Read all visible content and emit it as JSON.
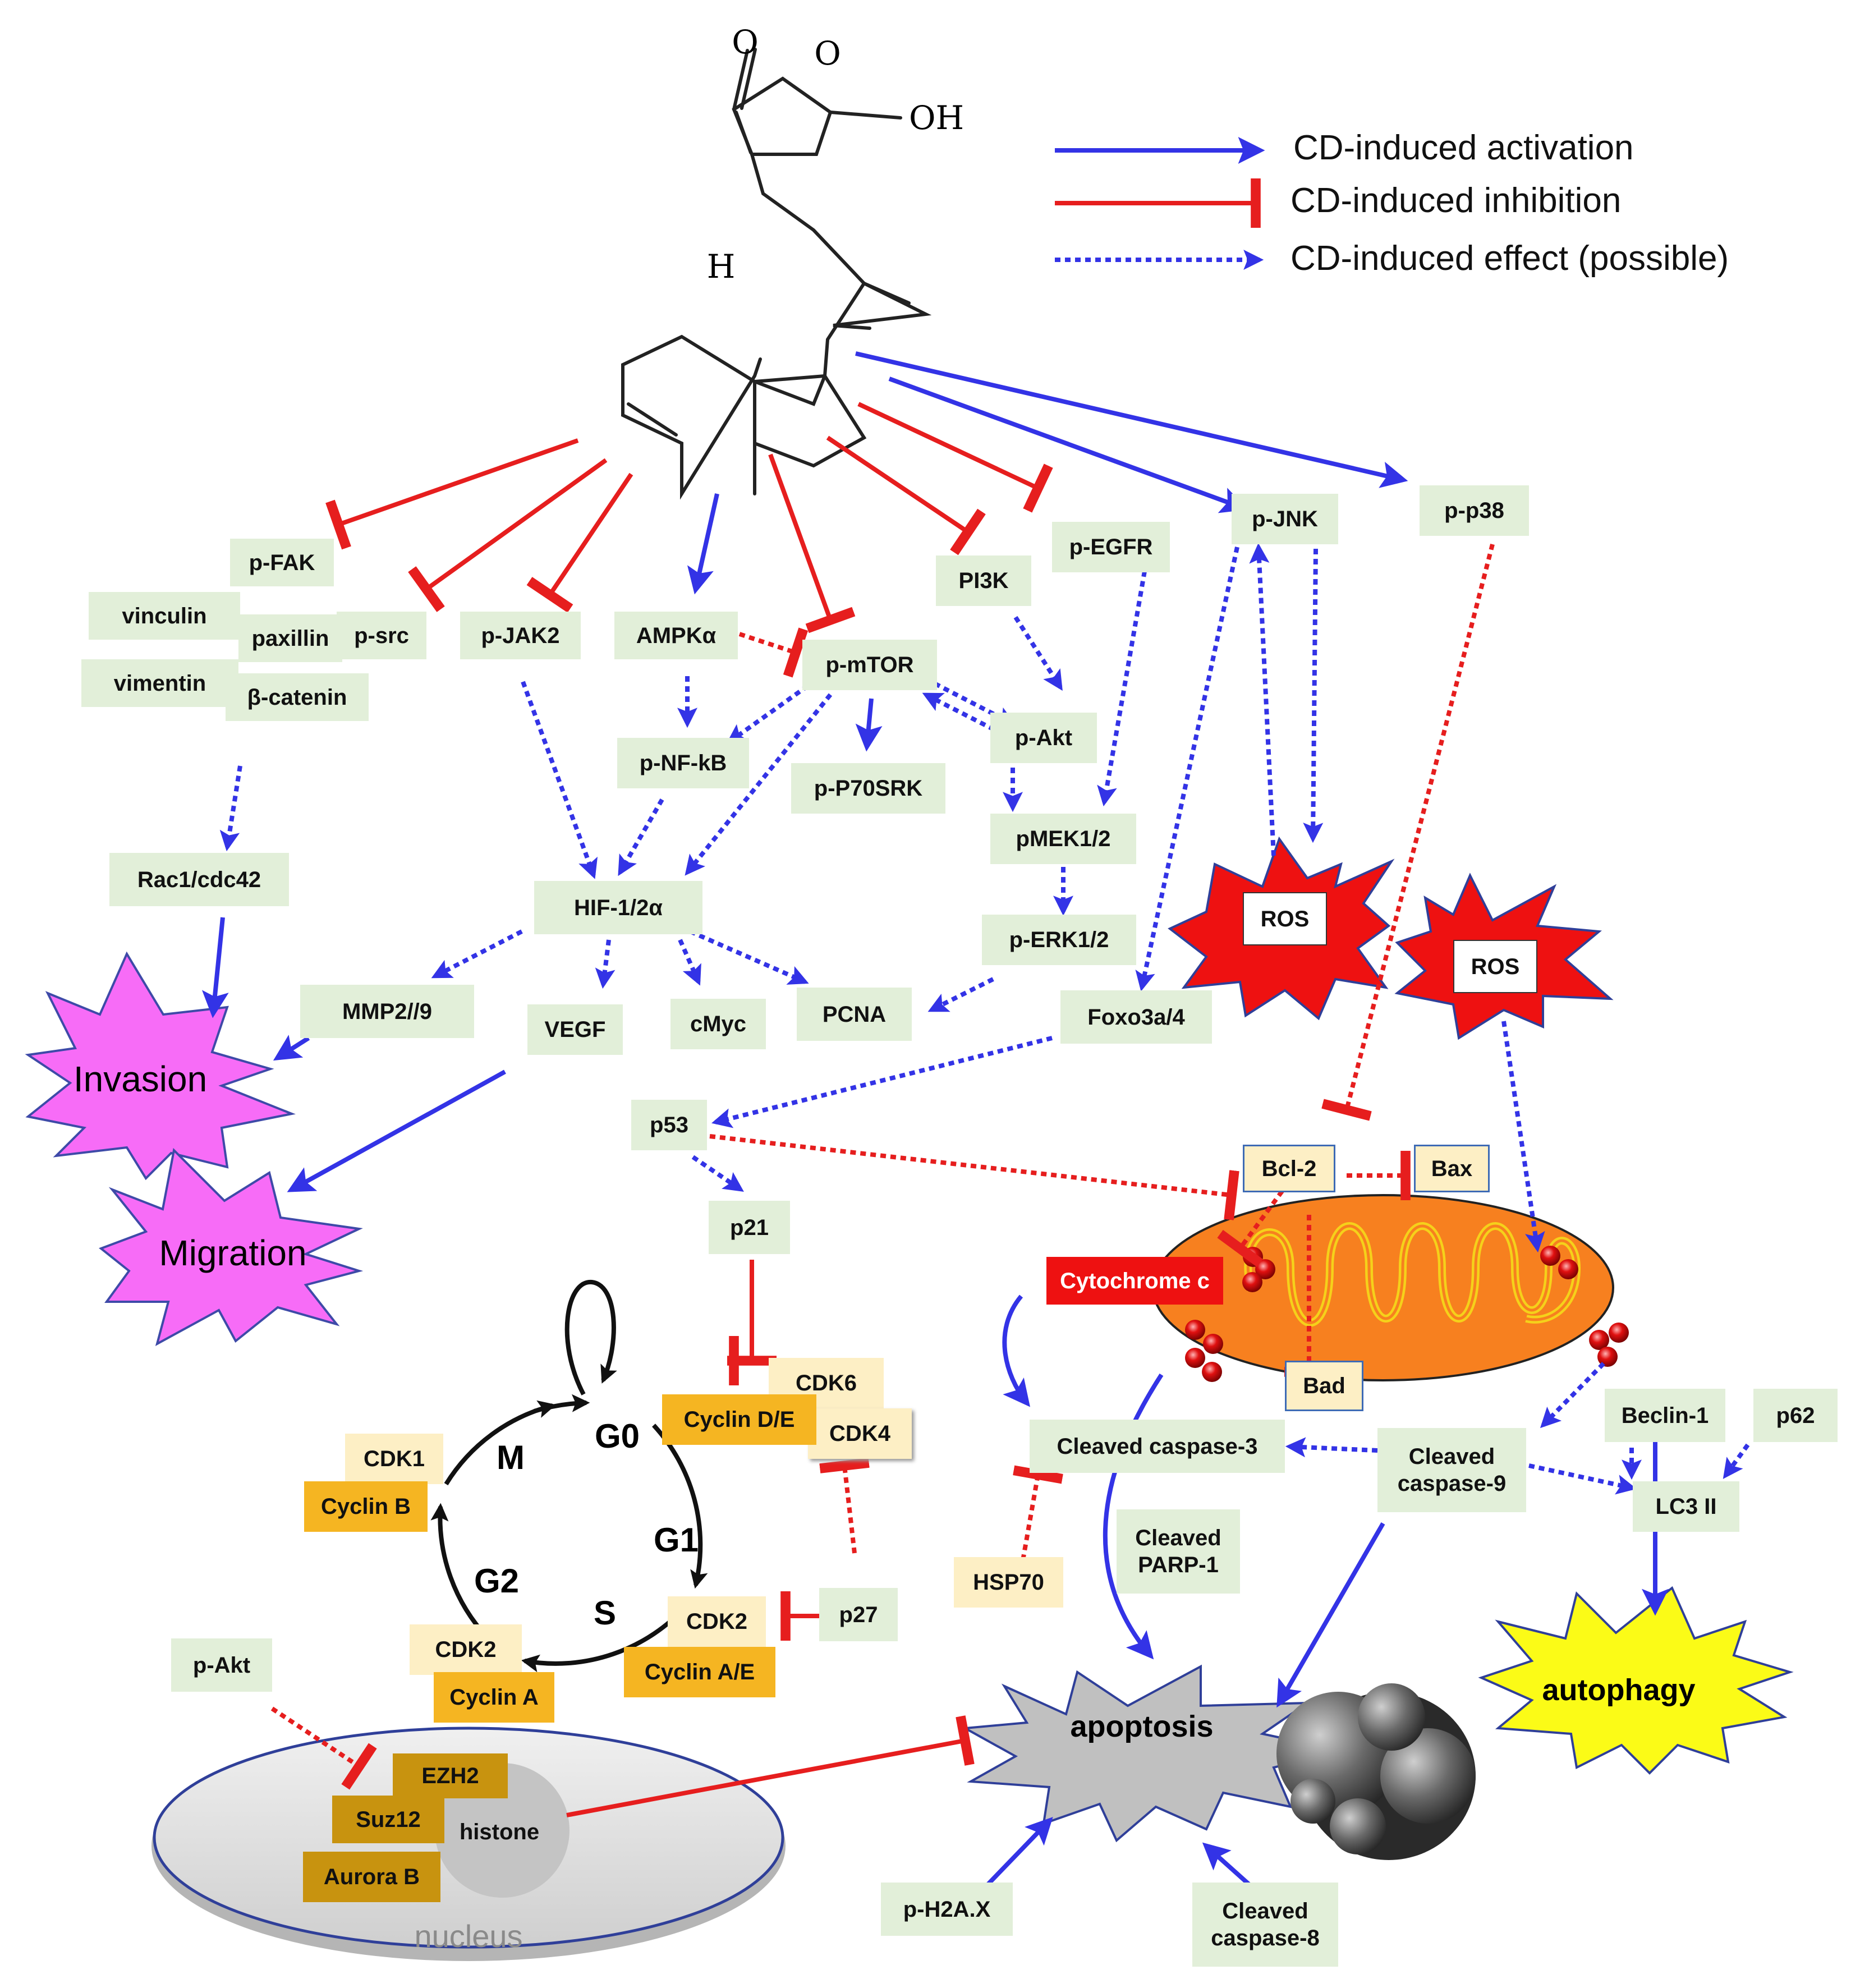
{
  "legend": {
    "activation": "CD-induced activation",
    "inhibition": "CD-induced inhibition",
    "possible": "CD-induced effect (possible)"
  },
  "compound": {
    "h_label": "H",
    "oh_label": "OH",
    "o_label": "O"
  },
  "nodes": {
    "p_fak": "p-FAK",
    "vinculin": "vinculin",
    "paxillin": "paxillin",
    "p_src": "p-src",
    "vimentin": "vimentin",
    "beta_catenin": "β-catenin",
    "p_jak2": "p-JAK2",
    "ampk": "AMPKα",
    "p_mtor": "p-mTOR",
    "pi3k": "PI3K",
    "p_egfr": "p-EGFR",
    "p_jnk": "p-JNK",
    "p_p38": "p-p38",
    "p_nfkb": "p-NF-kB",
    "p_p70srk": "p-P70SRK",
    "p_akt": "p-Akt",
    "rac1": "Rac1/cdc42",
    "hif": "HIF-1/2α",
    "pmek": "pMEK1/2",
    "perk": "p-ERK1/2",
    "mmp": "MMP2//9",
    "vegf": "VEGF",
    "cmyc": "cMyc",
    "pcna": "PCNA",
    "foxo": "Foxo3a/4",
    "p53": "p53",
    "p21": "p21",
    "bcl2": "Bcl-2",
    "bax": "Bax",
    "cytc": "Cytochrome c",
    "bad": "Bad",
    "cdk6": "CDK6",
    "cyclin_de": "Cyclin D/E",
    "cdk4": "CDK4",
    "cdk1": "CDK1",
    "cyclin_b": "Cyclin B",
    "cdk2_right": "CDK2",
    "cyclin_ae": "Cyclin A/E",
    "p27": "p27",
    "cdk2_left": "CDK2",
    "cyclin_a": "Cyclin A",
    "cleaved_c3": "Cleaved caspase-3",
    "cleaved_c9": "Cleaved\ncaspase-9",
    "beclin": "Beclin-1",
    "p62": "p62",
    "lc3": "LC3 II",
    "hsp70": "HSP70",
    "cleaved_parp": "Cleaved\nPARP-1",
    "p_akt2": "p-Akt",
    "ezh2": "EZH2",
    "suz12": "Suz12",
    "aurora": "Aurora B",
    "histone": "histone",
    "nucleus": "nucleus",
    "p_h2ax": "p-H2A.X",
    "cleaved_c8": "Cleaved\ncaspase-8"
  },
  "outcomes": {
    "invasion": "Invasion",
    "migration": "Migration",
    "apoptosis": "apoptosis",
    "autophagy": "autophagy",
    "ros1": "ROS",
    "ros2": "ROS"
  },
  "cell_cycle": {
    "g0": "G0",
    "g1": "G1",
    "s": "S",
    "g2": "G2",
    "m": "M"
  },
  "colors": {
    "activation": "#3333e6",
    "inhibition": "#e61e1e",
    "node_green": "#e2efd9",
    "mito": "#f7801f",
    "ros": "#ee1111",
    "invasion": "#f76cf7",
    "autophagy": "#fbfb17"
  }
}
